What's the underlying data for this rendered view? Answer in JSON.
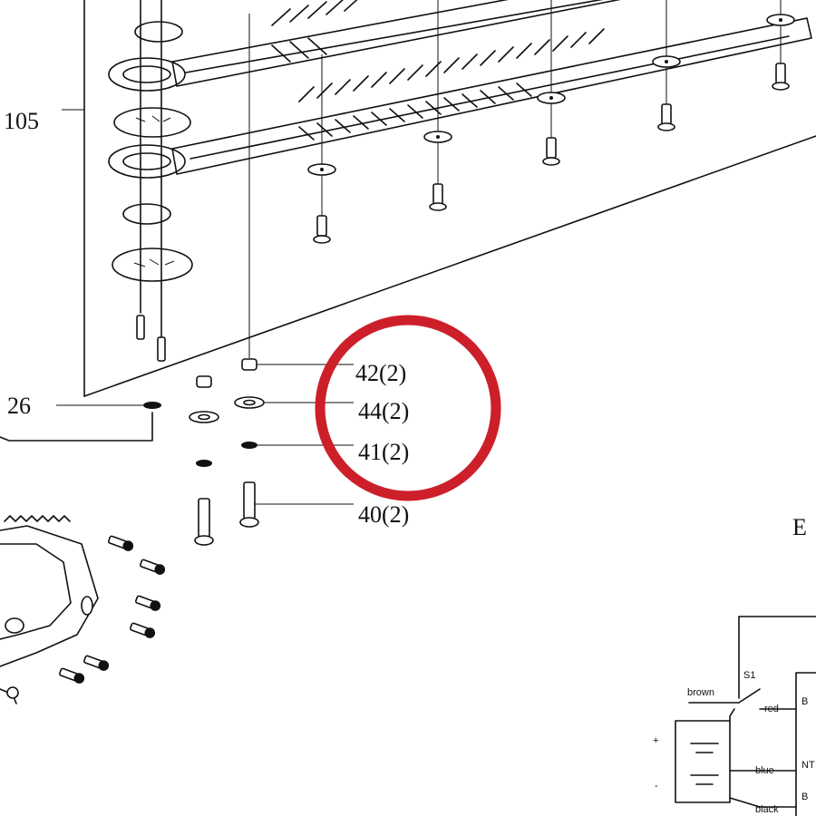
{
  "diagram": {
    "part_labels": [
      {
        "id": "p105",
        "text": "105"
      },
      {
        "id": "p26",
        "text": "26"
      },
      {
        "id": "p42",
        "text": "42(2)"
      },
      {
        "id": "p44",
        "text": "44(2)"
      },
      {
        "id": "p41",
        "text": "41(2)"
      },
      {
        "id": "p40",
        "text": "40(2)"
      }
    ],
    "section_label": "E",
    "wiring": {
      "switch_label": "S1",
      "wire_labels": [
        "brown",
        "red",
        "blue",
        "black"
      ],
      "terminal_labels": [
        "B",
        "NT",
        "B"
      ],
      "polarity": [
        "+",
        "-"
      ]
    },
    "highlight": {
      "color": "#cc1f2a",
      "shape": "circle"
    },
    "colors": {
      "line": "#111111",
      "background": "#ffffff"
    }
  }
}
